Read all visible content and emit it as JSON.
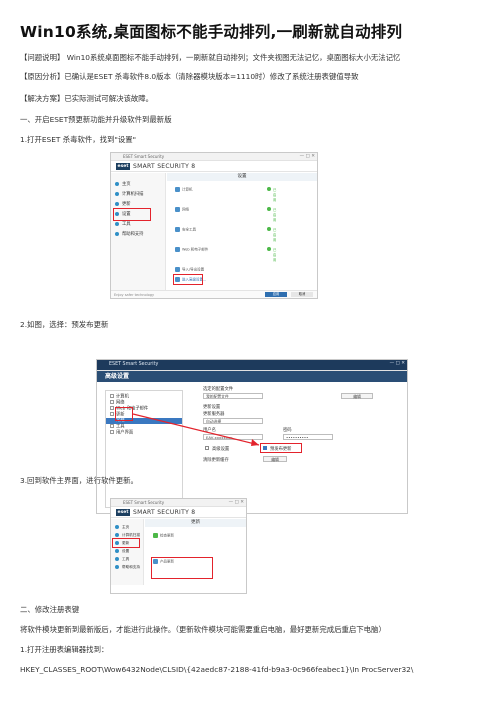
{
  "doc": {
    "title": "Win10系统,桌面图标不能手动排列,一刷新就自动排列",
    "problem": "【问题说明】 Win10系统桌面图标不能手动排列，一刷新就自动排列；文件夹视图无法记忆，桌面图标大小无法记忆",
    "cause": "【原因分析】已确认是ESET 杀毒软件8.0版本（清除器模块版本=1110时）修改了系统注册表键值导致",
    "solution": "【解决方案】已实际测试可解决该故障。",
    "section1": "一、开启ESET预更新功能并升级软件到最新版",
    "step1": "1.打开ESET 杀毒软件，找到\"设置\"",
    "step2": "2.如图，选择：预发布更新",
    "step3": "3.回到软件主界面，进行软件更新。",
    "section2": "二、修改注册表键",
    "note2": "将软件模块更新到最新版后，才能进行此操作。（更新软件模块可能需要重启电脑，最好更新完成后重启下电脑）",
    "step2_1": "1.打开注册表编辑器找到：",
    "reg_path": "HKEY_CLASSES_ROOT\\Wow6432Node\\CLSID\\{42aedc87-2188-41fd-b9a3-0c966feabec1}\\In ProcServer32\\"
  },
  "shot1": {
    "window_title": "ESET Smart Security",
    "brand": "SMART SECURITY 8",
    "logo": "eset",
    "header": "设置",
    "sidebar": [
      "主页",
      "计算机扫描",
      "更新",
      "设置",
      "工具",
      "帮助和支持"
    ],
    "rows": [
      "计算机",
      "网络",
      "安全工具",
      "Web 和电子邮件",
      "导入/导出设置",
      "进入高级设置..."
    ],
    "status": "已启用",
    "footer": "Enjoy safer technology",
    "buttons": [
      "应用",
      "取消"
    ]
  },
  "shot2": {
    "window_title": "ESET Smart Security",
    "header": "高级设置",
    "tree": [
      "计算机",
      "网络",
      "Web 和电子邮件",
      "更新",
      "常规",
      "工具",
      "用户界面"
    ],
    "labels": [
      "选定的配置文件",
      "更新设置",
      "更新服务器",
      "用户名",
      "密码",
      "高级设置",
      "清除更新缓存",
      "预发布更新"
    ],
    "values": [
      "我的配置文件",
      "自动选择",
      "EAV-xxxxxxxx",
      "••••••••••",
      "编辑"
    ]
  },
  "shot3": {
    "window_title": "ESET Smart Security",
    "brand": "SMART SECURITY 8",
    "logo": "eset",
    "header": "更新",
    "sidebar": [
      "主页",
      "计算机扫描",
      "更新",
      "设置",
      "工具",
      "帮助和支持"
    ],
    "rows": [
      "检查更新",
      "产品更新"
    ],
    "colors": {
      "highlight": "#e3232c",
      "brand_dark": "#1c3f60",
      "ok_green": "#4cb848"
    }
  }
}
